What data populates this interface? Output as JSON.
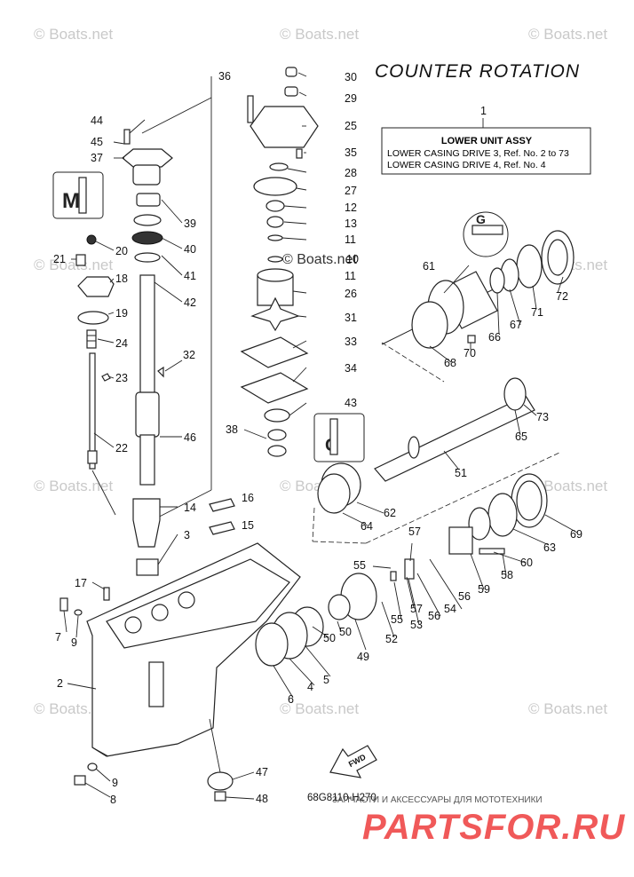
{
  "diagram": {
    "title": "COUNTER ROTATION",
    "assy_ref": "1",
    "assy_box": {
      "heading": "LOWER UNIT ASSY",
      "line1": "LOWER CASING DRIVE 3,  Ref. No. 2 to 73",
      "line2": "LOWER CASING DRIVE 4,  Ref. No. 4"
    },
    "drawing_code": "68G8110-H270",
    "fwd_label": "FWD",
    "callouts": {
      "n2": "2",
      "n3": "3",
      "n4": "4",
      "n5": "5",
      "n6": "6",
      "n7": "7",
      "n8": "8",
      "n9a": "9",
      "n9b": "9",
      "n11a": "11",
      "n11b": "11",
      "n12": "12",
      "n13": "13",
      "n10": "10",
      "n14": "14",
      "n15": "15",
      "n16": "16",
      "n17": "17",
      "n18": "18",
      "n19": "19",
      "n20": "20",
      "n21": "21",
      "n22": "22",
      "n23": "23",
      "n24": "24",
      "n25": "25",
      "n26": "26",
      "n27": "27",
      "n28": "28",
      "n29": "29",
      "n30": "30",
      "n31": "31",
      "n32": "32",
      "n33": "33",
      "n34": "34",
      "n35": "35",
      "n36": "36",
      "n37": "37",
      "n38": "38",
      "n39": "39",
      "n40": "40",
      "n41": "41",
      "n42": "42",
      "n43": "43",
      "n44": "44",
      "n45": "45",
      "n46": "46",
      "n47": "47",
      "n48": "48",
      "n49": "49",
      "n50a": "50",
      "n50b": "50",
      "n51": "51",
      "n52": "52",
      "n53": "53",
      "n54": "54",
      "n55a": "55",
      "n55b": "55",
      "n56a": "56",
      "n56b": "56",
      "n57a": "57",
      "n57b": "57",
      "n58": "58",
      "n59": "59",
      "n60": "60",
      "n61": "61",
      "n62": "62",
      "n63": "63",
      "n64": "64",
      "n65": "65",
      "n66": "66",
      "n67": "67",
      "n68": "68",
      "n69": "69",
      "n70": "70",
      "n71": "71",
      "n72": "72",
      "n73": "73"
    },
    "watermarks": {
      "boats": "© Boats.net",
      "parts_logo": "PARTSFOR.RU",
      "parts_sub": "ЗАПЧАСТИ И АКСЕССУАРЫ ДЛЯ МОТОТЕХНИКИ"
    }
  }
}
